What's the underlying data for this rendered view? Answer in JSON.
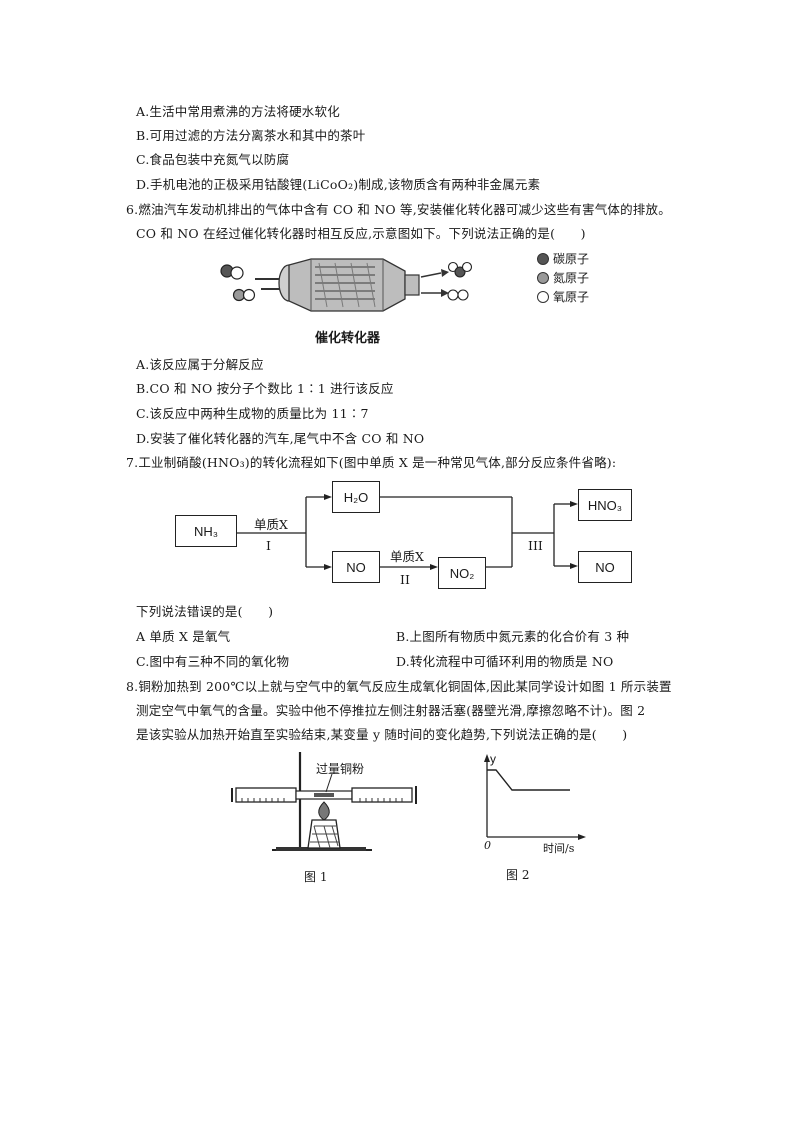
{
  "q5_options": {
    "A": "A.生活中常用煮沸的方法将硬水软化",
    "B": "B.可用过滤的方法分离茶水和其中的茶叶",
    "C": "C.食品包装中充氮气以防腐",
    "D": "D.手机电池的正极采用钴酸锂(LiCoO₂)制成,该物质含有两种非金属元素"
  },
  "q6": {
    "stem_1": "6.燃油汽车发动机排出的气体中含有 CO 和 NO 等,安装催化转化器可减少这些有害气体的排放。",
    "stem_2": "CO 和 NO 在经过催化转化器时相互反应,示意图如下。下列说法正确的是(　　)",
    "figure_caption": "催化转化器",
    "legend": {
      "carbon": "碳原子",
      "nitrogen": "氮原子",
      "oxygen": "氧原子"
    },
    "options": {
      "A": "A.该反应属于分解反应",
      "B": "B.CO 和 NO 按分子个数比 1∶1 进行该反应",
      "C": "C.该反应中两种生成物的质量比为 11∶7",
      "D": "D.安装了催化转化器的汽车,尾气中不含 CO 和 NO"
    }
  },
  "q7": {
    "stem": "7.工业制硝酸(HNO₃)的转化流程如下(图中单质 X 是一种常见气体,部分反应条件省略):",
    "flow": {
      "nh3": "NH₃",
      "h2o": "H₂O",
      "no_mid": "NO",
      "no2": "NO₂",
      "hno3": "HNO₃",
      "no_out": "NO",
      "label_x1": "单质X",
      "label_i": "I",
      "label_x2": "单质X",
      "label_ii": "II",
      "label_iii": "III"
    },
    "prompt": "下列说法错误的是(　　)",
    "options": {
      "A": "A 单质 X 是氧气",
      "B": "B.上图所有物质中氮元素的化合价有 3 种",
      "C": "C.图中有三种不同的氧化物",
      "D": "D.转化流程中可循环利用的物质是 NO"
    }
  },
  "q8": {
    "stem_1": "8.铜粉加热到 200℃以上就与空气中的氧气反应生成氧化铜固体,因此某同学设计如图 1 所示装置",
    "stem_2": "测定空气中氧气的含量。实验中他不停推拉左侧注射器活塞(器壁光滑,摩擦忽略不计)。图 2",
    "stem_3": "是该实验从加热开始直至实验结束,某变量 y 随时间的变化趋势,下列说法正确的是(　　)",
    "fig1_label": "过量铜粉",
    "fig1_caption": "图 1",
    "fig2_caption": "图 2",
    "fig2_ylabel": "y",
    "fig2_origin": "0",
    "fig2_xlabel": "时间/s"
  },
  "colors": {
    "ink": "#1a1a1a",
    "carbon_fill": "#555555",
    "nitrogen_fill": "#999999",
    "oxygen_fill": "#ffffff"
  }
}
